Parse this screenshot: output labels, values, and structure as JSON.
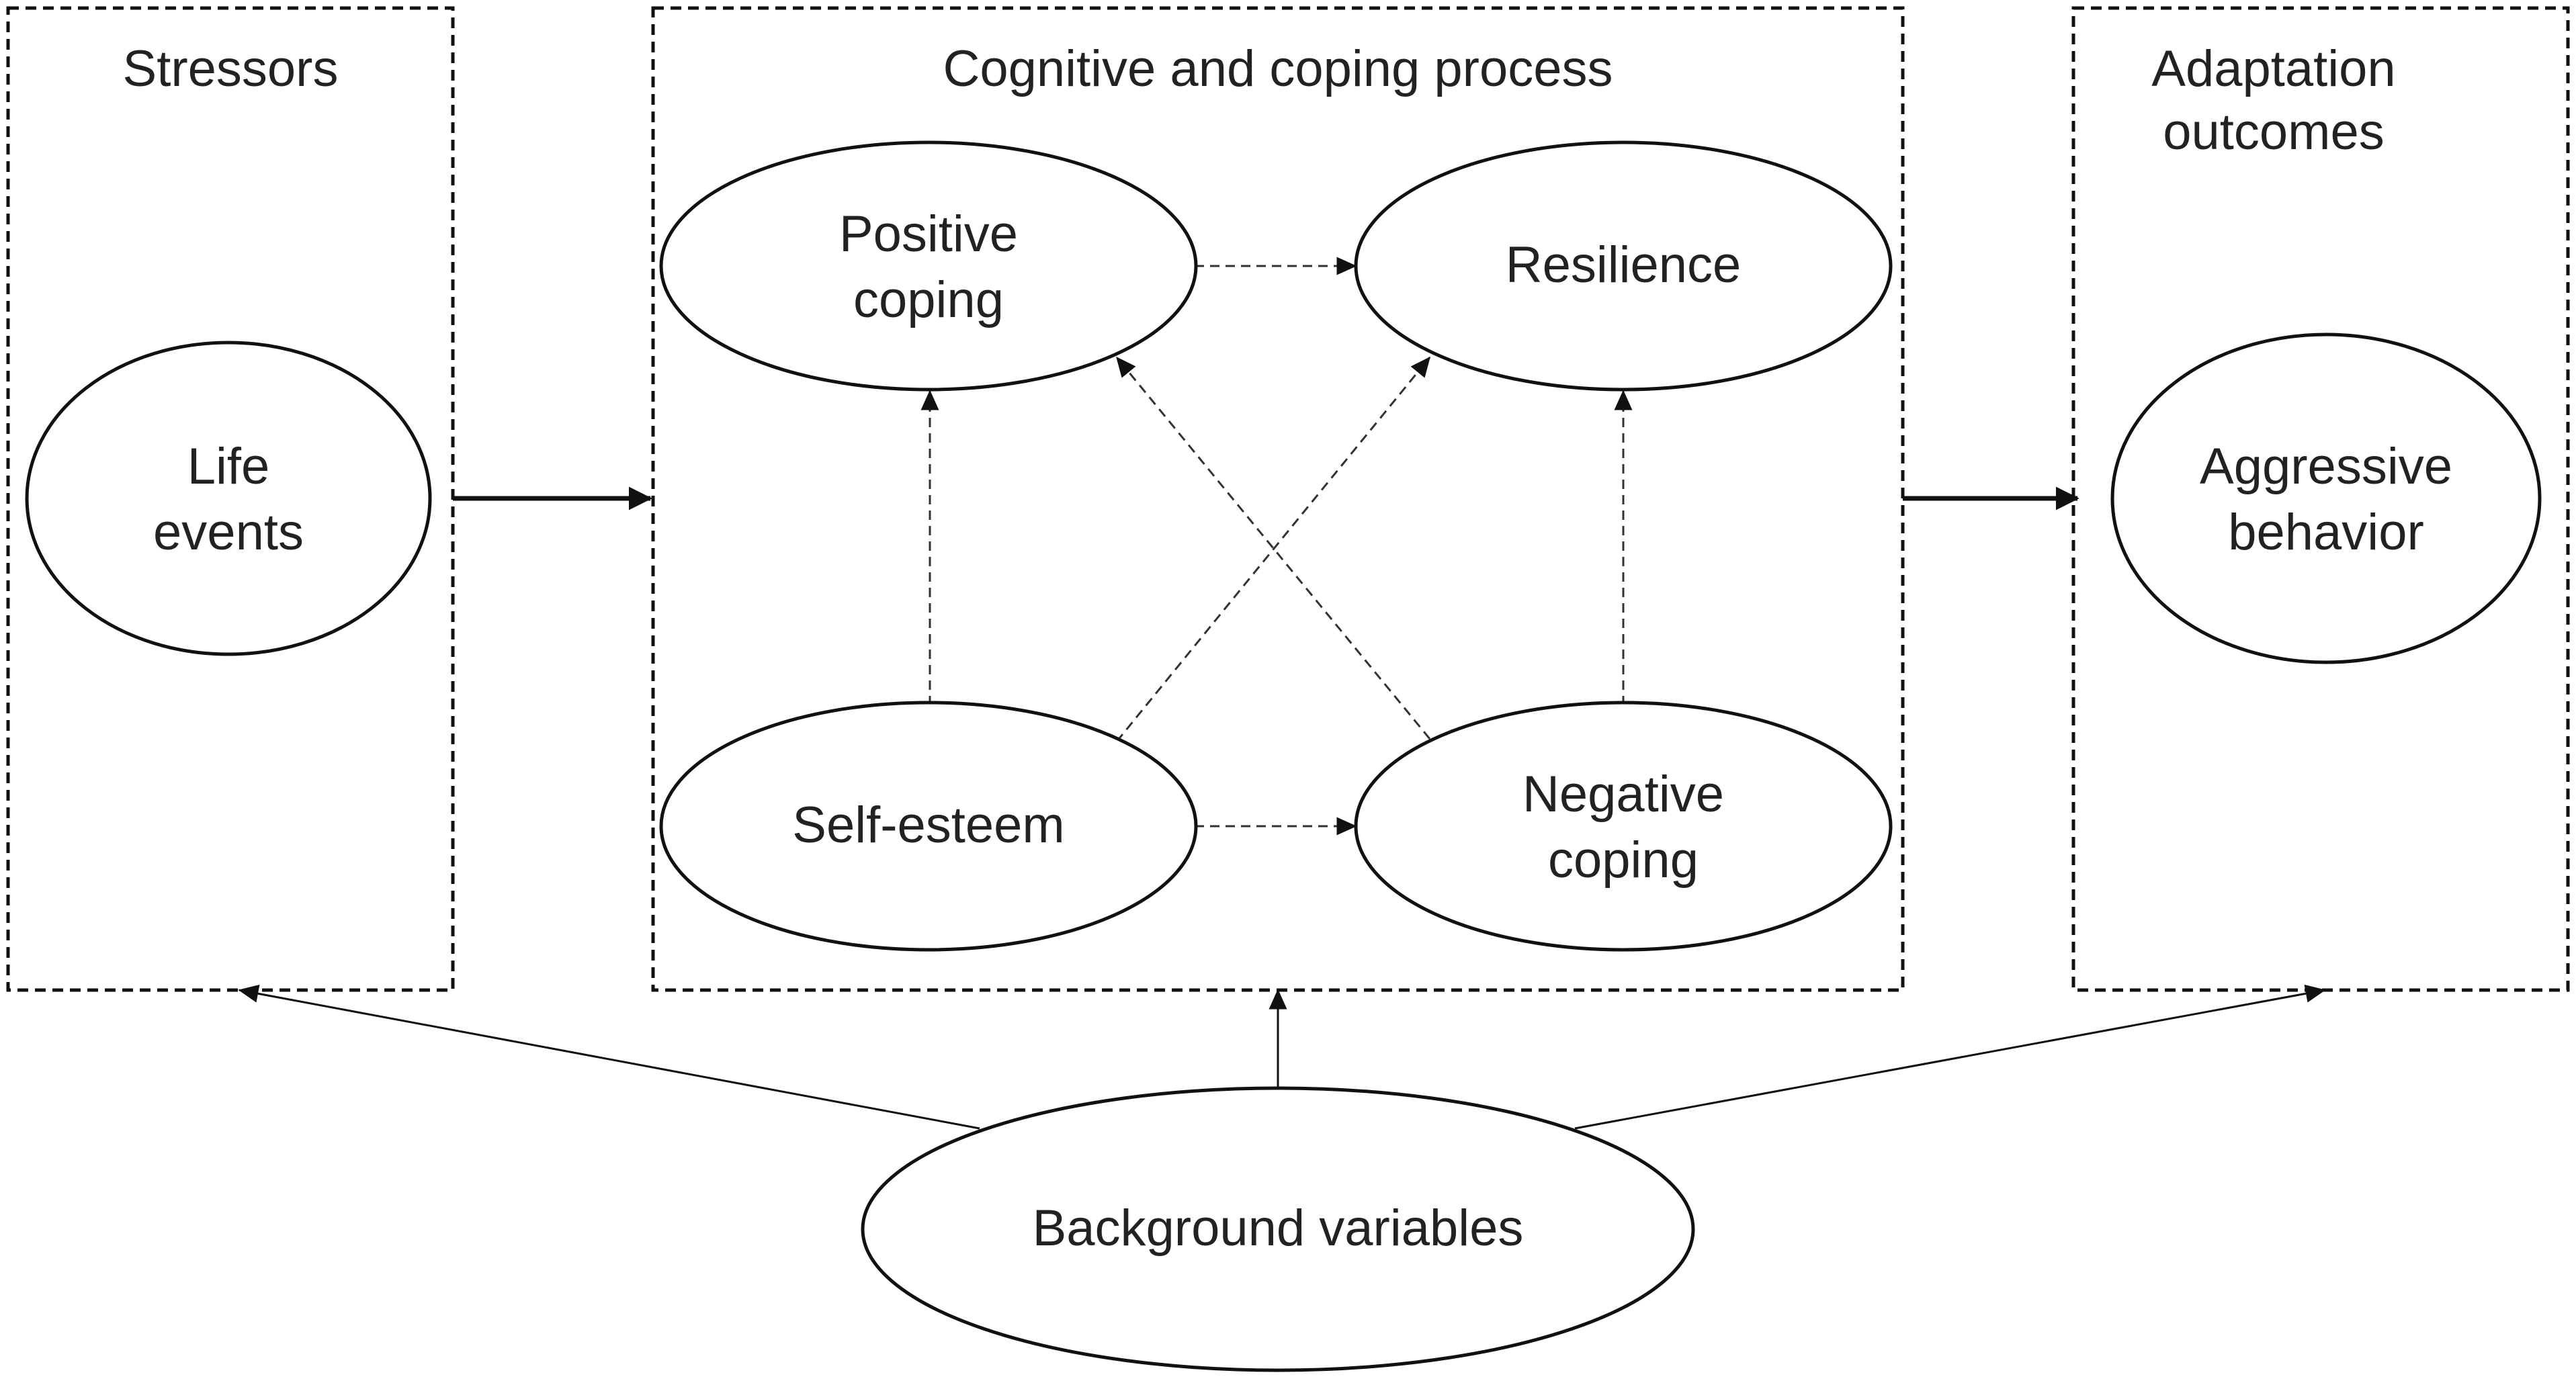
{
  "groups": {
    "stressors": {
      "title": "Stressors"
    },
    "process": {
      "title": "Cognitive and coping process"
    },
    "outcomes": {
      "title_line1": "Adaptation",
      "title_line2": "outcomes"
    }
  },
  "nodes": {
    "life_events": {
      "line1": "Life",
      "line2": "events"
    },
    "positive_coping": {
      "line1": "Positive",
      "line2": "coping"
    },
    "resilience": {
      "label": "Resilience"
    },
    "self_esteem": {
      "label": "Self-esteem"
    },
    "negative_coping": {
      "line1": "Negative",
      "line2": "coping"
    },
    "aggressive_behavior": {
      "line1": "Aggressive",
      "line2": "behavior"
    },
    "background_variables": {
      "label": "Background variables"
    }
  },
  "edges": [
    {
      "from": "Stressors",
      "to": "Cognitive and coping process",
      "style": "solid"
    },
    {
      "from": "Cognitive and coping process",
      "to": "Adaptation outcomes",
      "style": "solid"
    },
    {
      "from": "Positive coping",
      "to": "Resilience",
      "style": "dashed"
    },
    {
      "from": "Self-esteem",
      "to": "Negative coping",
      "style": "dashed"
    },
    {
      "from": "Self-esteem",
      "to": "Positive coping",
      "style": "dashed"
    },
    {
      "from": "Negative coping",
      "to": "Resilience",
      "style": "dashed"
    },
    {
      "from": "Self-esteem",
      "to": "Resilience",
      "style": "dashed"
    },
    {
      "from": "Negative coping",
      "to": "Positive coping",
      "style": "dashed"
    },
    {
      "from": "Background variables",
      "to": "Stressors",
      "style": "thin"
    },
    {
      "from": "Background variables",
      "to": "Cognitive and coping process",
      "style": "thin"
    },
    {
      "from": "Background variables",
      "to": "Adaptation outcomes",
      "style": "thin"
    }
  ]
}
